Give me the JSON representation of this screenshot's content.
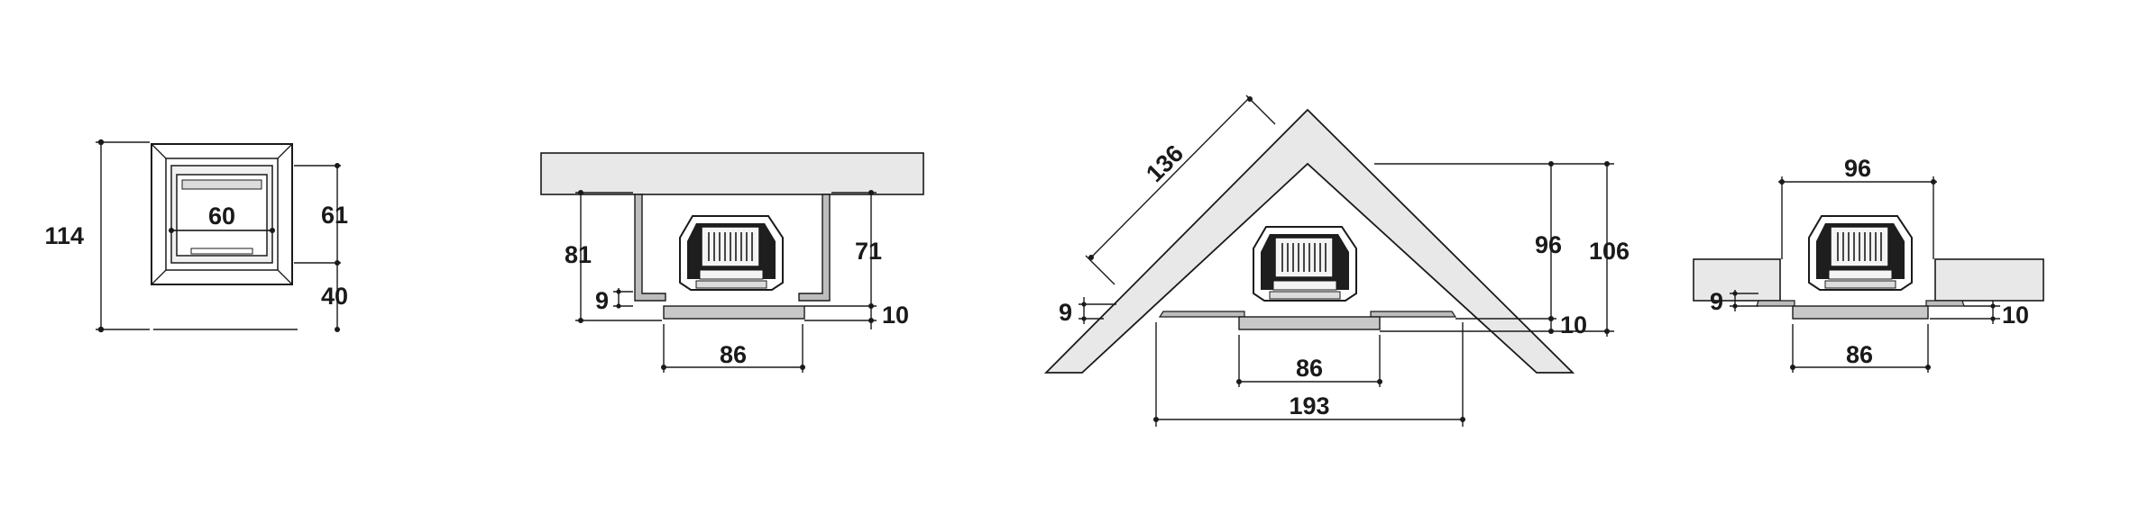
{
  "colors": {
    "line": "#1a1a1a",
    "wall_fill": "#e8e8e8",
    "plate_fill": "#c8c8c8",
    "dark": "#1e1e1e",
    "background": "#ffffff"
  },
  "views": {
    "front": {
      "height_total": "114",
      "width_inner": "60",
      "height_upper": "61",
      "height_lower": "40"
    },
    "wall": {
      "niche_depth": "81",
      "unit_depth": "71",
      "offset_small": "9",
      "plate": "10",
      "width": "86"
    },
    "corner": {
      "side": "136",
      "offset_small": "9",
      "height_inner": "96",
      "height_total": "106",
      "plate": "10",
      "width": "86",
      "width_total": "193"
    },
    "flat": {
      "width_top": "96",
      "offset_small": "9",
      "plate": "10",
      "width": "86"
    }
  }
}
